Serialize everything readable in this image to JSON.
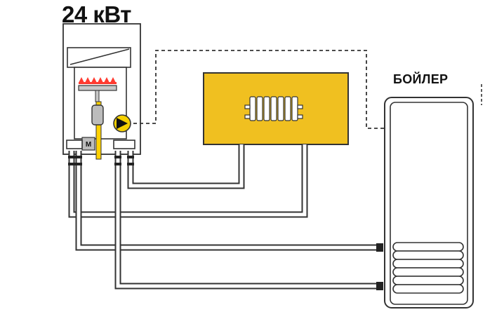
{
  "diagram": {
    "power_label": "24 кВт",
    "boiler_label": "БОЙЛЕР",
    "pump_motor_label": "M"
  },
  "colors": {
    "outline": "#333333",
    "pipe_fill": "#ffffff",
    "heating_zone": "#f0c020",
    "flame": "#ff3b30",
    "burner": "#c8c8c8",
    "gas_pipe": "#ffd100",
    "gas_valve": "#bcbcbc",
    "pump": "#f5d000",
    "fittings": "#222222"
  }
}
